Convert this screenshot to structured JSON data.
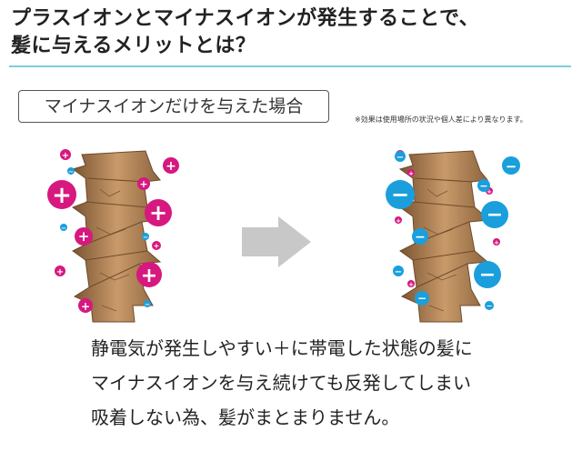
{
  "heading": {
    "line1": "プラスイオンとマイナスイオンが発生することで、",
    "line2": "髪に与えるメリットとは？"
  },
  "scenario_label": "マイナスイオンだけを与えた場合",
  "disclaimer": "※効果は使用場所の状況や個人差により異なります。",
  "ion_symbols": {
    "plus": "+",
    "minus": "−"
  },
  "caption": {
    "line1": "静電気が発生しやすい＋に帯電した状態の髪に",
    "line2": "マイナスイオンを与え続けても反発してしまい",
    "line3": "吸着しない為、髪がまとまりません。"
  },
  "colors": {
    "plus_ion": "#d6187f",
    "minus_ion": "#1a9fdc",
    "hair": "#b98a5c",
    "hair_dark": "#6e4a2b",
    "arrow": "#c8c8c8",
    "rule": "#7ccfe0"
  }
}
